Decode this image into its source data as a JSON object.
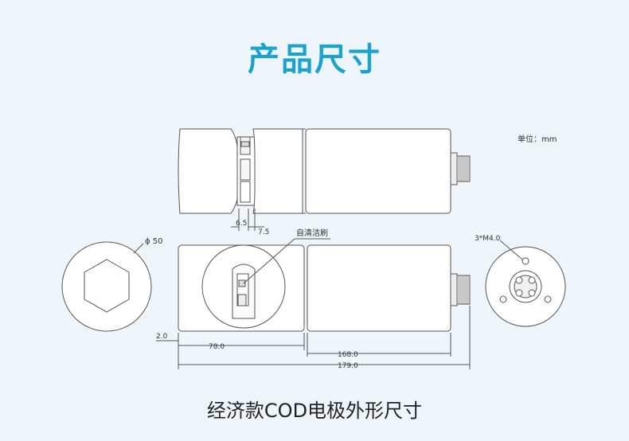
{
  "title": "产品尺寸",
  "caption": "经济款COD电极外形尺寸",
  "labels": {
    "unit": "单位：mm",
    "diameter": "ϕ 50",
    "thread": "3*M4.0",
    "brush": "自清洁刷",
    "gap_left": "6.5",
    "gap_right": "7.5",
    "offset": "2.0",
    "len_78": "78.0",
    "len_168": "168.0",
    "len_179": "179.0"
  },
  "colors": {
    "title": "#1aa3cf",
    "background": "#eef6fb",
    "line": "#555555",
    "body": "#ffffff"
  }
}
